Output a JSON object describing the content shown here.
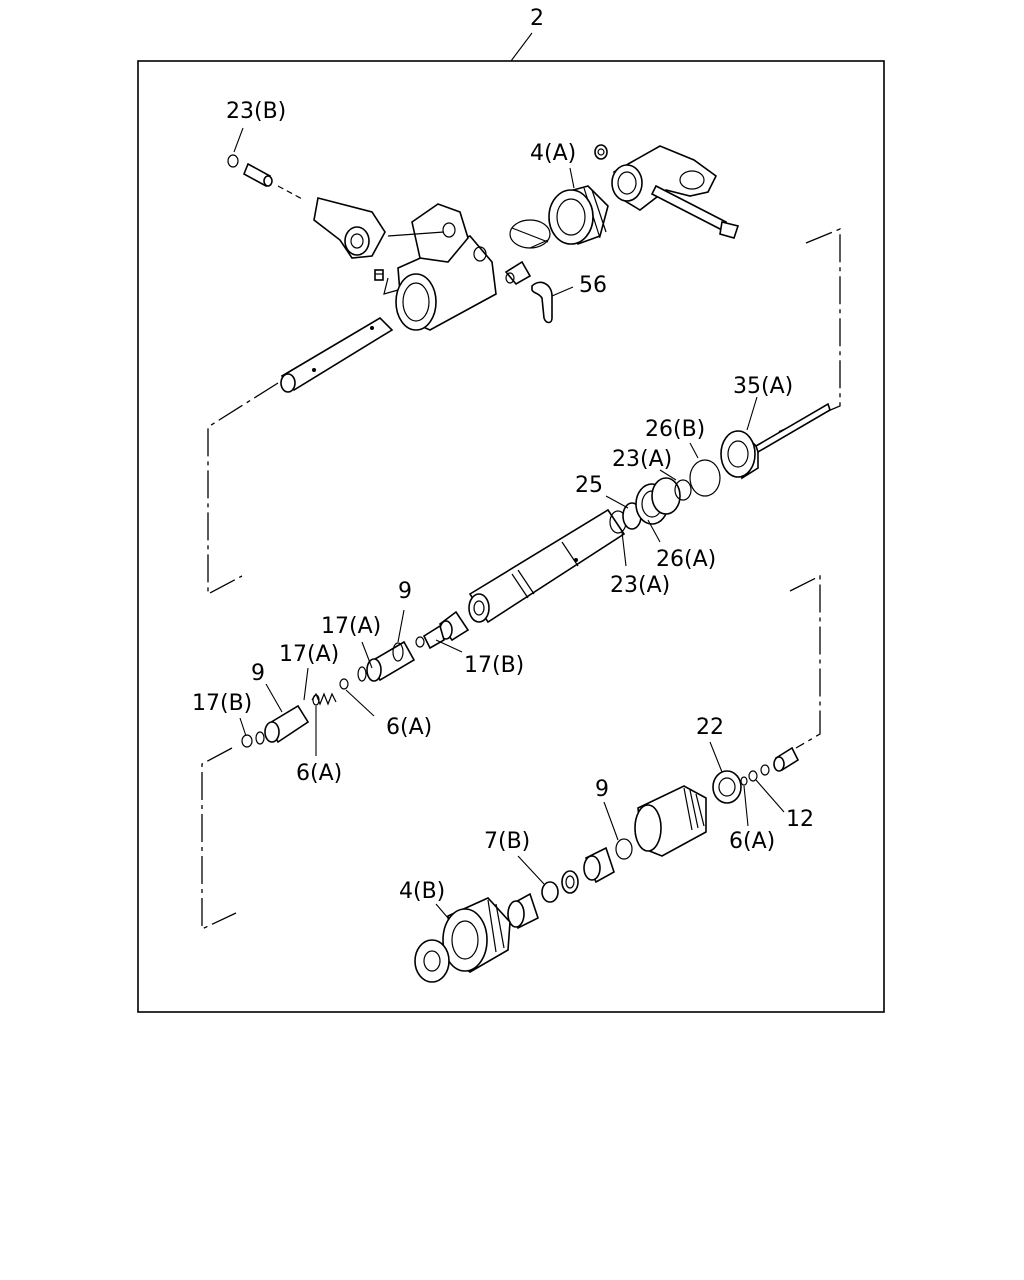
{
  "assembly_number": "2",
  "labels": {
    "l_23b_top": "23(B)",
    "l_4a": "4(A)",
    "l_56": "56",
    "l_35a": "35(A)",
    "l_26b": "26(B)",
    "l_23a_1": "23(A)",
    "l_25": "25",
    "l_26a": "26(A)",
    "l_23a_2": "23(A)",
    "l_9_a": "9",
    "l_17a_1": "17(A)",
    "l_17b_1": "17(B)",
    "l_17a_2": "17(A)",
    "l_9_b": "9",
    "l_17b_2": "17(B)",
    "l_6a_1": "6(A)",
    "l_6a_2": "6(A)",
    "l_22": "22",
    "l_9_c": "9",
    "l_12": "12",
    "l_6a_3": "6(A)",
    "l_7b": "7(B)",
    "l_4b": "4(B)"
  }
}
